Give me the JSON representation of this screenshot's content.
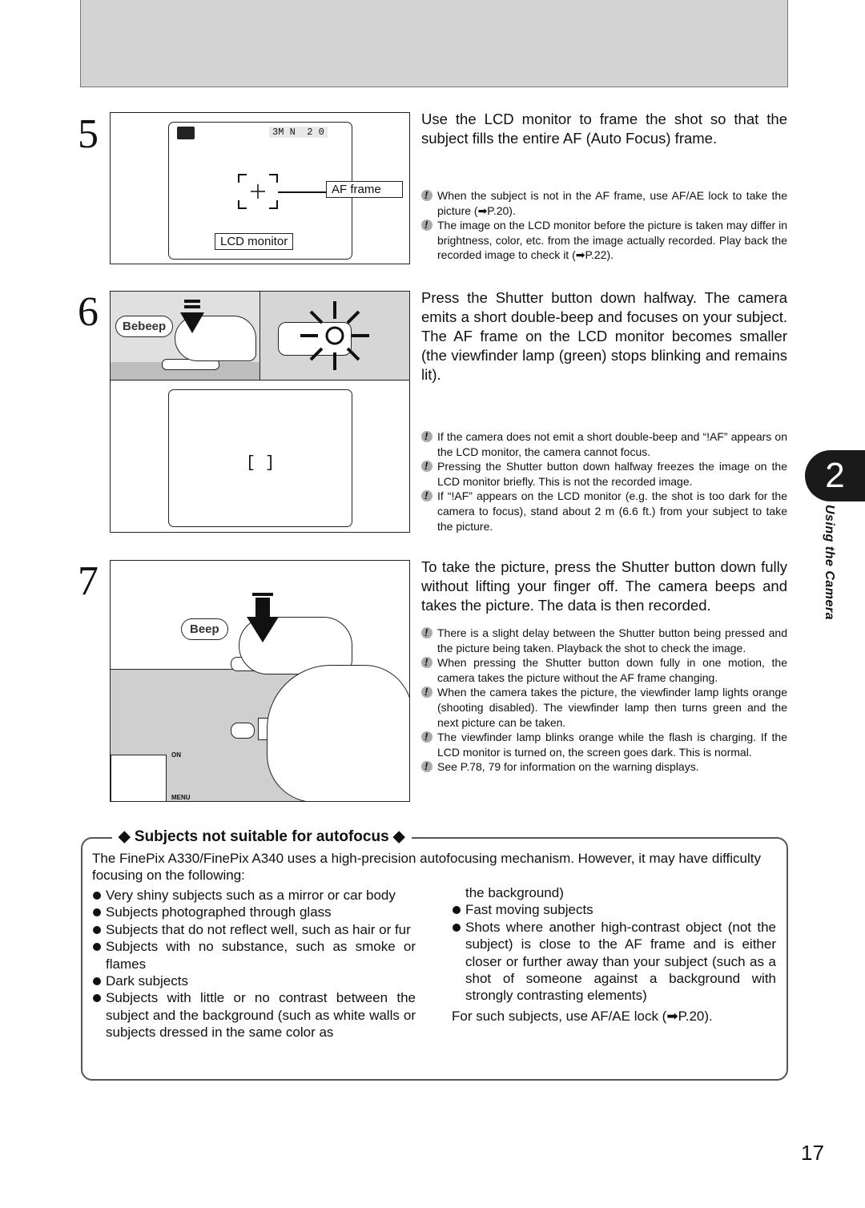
{
  "step5": {
    "number": "5",
    "lcd_indicator": "3M N  2 0",
    "af_label": "AF frame",
    "lcd_label": "LCD monitor",
    "text": "Use the LCD monitor to frame the shot so that the subject fills the entire AF (Auto Focus) frame.",
    "notes": [
      "When the subject is not in the AF frame, use AF/AE lock to take the picture (➡P.20).",
      "The image on the LCD monitor before the picture is taken may differ in brightness, color, etc. from the image actually recorded. Play back the recorded image to check it (➡P.22)."
    ]
  },
  "step6": {
    "number": "6",
    "bubble": "Bebeep",
    "lcd_bracket": "[ ]",
    "text": "Press the Shutter button down halfway. The camera emits a short double-beep and focuses on your subject. The AF frame on the LCD monitor becomes smaller (the viewfinder lamp (green) stops blinking and remains lit).",
    "notes": [
      "If the camera does not emit a short double-beep and “!AF” appears on the LCD monitor, the camera cannot focus.",
      "Pressing the Shutter button down halfway freezes the image on the LCD monitor briefly. This is not the recorded image.",
      "If “!AF” appears on the LCD monitor (e.g. the shot is too dark for the camera to focus), stand about 2 m (6.6 ft.) from your subject to take the picture."
    ]
  },
  "step7": {
    "number": "7",
    "bubble": "Beep",
    "btn_on": "ON",
    "btn_menu": "MENU",
    "text": "To take the picture, press the Shutter button down fully without lifting your finger off. The camera beeps and takes the picture. The data is then recorded.",
    "notes": [
      "There is a slight delay between the Shutter button being pressed and the picture being taken. Playback the shot to check the image.",
      "When pressing the Shutter button down fully in one motion, the camera takes the picture without the AF frame changing.",
      "When the camera takes the picture, the viewfinder lamp lights orange (shooting disabled). The viewfinder lamp then turns green and the next picture can be taken.",
      "The viewfinder lamp blinks orange while the flash is charging. If the LCD monitor is turned on, the screen goes dark. This is normal.",
      "See P.78, 79 for information on the warning displays."
    ]
  },
  "side_tab": {
    "number": "2",
    "label": "Using the Camera"
  },
  "panel": {
    "title": "◆ Subjects not suitable for autofocus ◆",
    "intro": "The FinePix A330/FinePix A340 uses a high-precision autofocusing mechanism. However, it may have difficulty focusing on the following:",
    "left_items": [
      "Very shiny subjects such as a mirror or car body",
      "Subjects photographed through glass",
      "Subjects that do not reflect well, such as hair or fur",
      "Subjects with no substance, such as smoke or flames",
      "Dark subjects",
      "Subjects with little or no contrast between the subject and the background (such as white walls or subjects dressed in the same color as"
    ],
    "right_continuation": "the background)",
    "right_items": [
      "Fast moving subjects",
      "Shots where another high-contrast object (not the subject) is close to the AF frame and is either closer or further away than your subject (such as a shot of someone against a background with strongly contrasting elements)"
    ],
    "footer": "For such subjects, use AF/AE lock (➡P.20)."
  },
  "page_number": "17"
}
